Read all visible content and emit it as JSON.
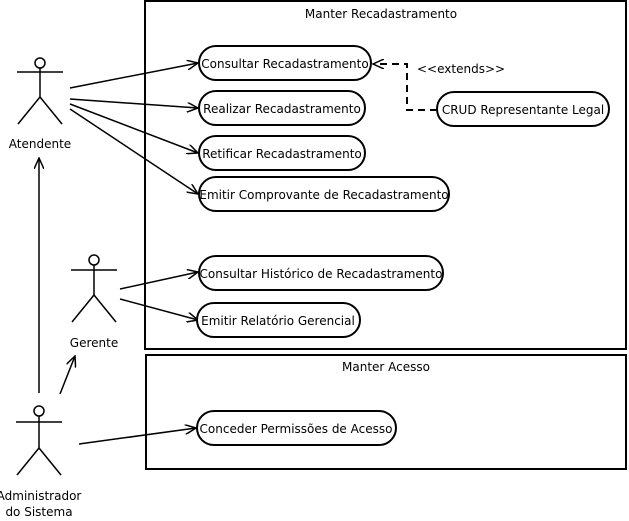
{
  "boundaries": {
    "recadastramento": "Manter Recadastramento",
    "acesso": "Manter Acesso"
  },
  "actors": {
    "atendente": "Atendente",
    "gerente": "Gerente",
    "administrador_line1": "Administrador",
    "administrador_line2": "do Sistema"
  },
  "use_cases": {
    "consultar": "Consultar Recadastramento",
    "realizar": "Realizar Recadastramento",
    "retificar": "Retificar Recadastramento",
    "emitir_comprovante": "Emitir Comprovante de Recadastramento",
    "crud_representante": "CRUD Representante Legal",
    "consultar_historico": "Consultar Histórico de Recadastramento",
    "emitir_relatorio": "Emitir Relatório Gerencial",
    "conceder_permissoes": "Conceder Permissões de Acesso"
  },
  "relations": {
    "extends_label": "<<extends>>"
  }
}
